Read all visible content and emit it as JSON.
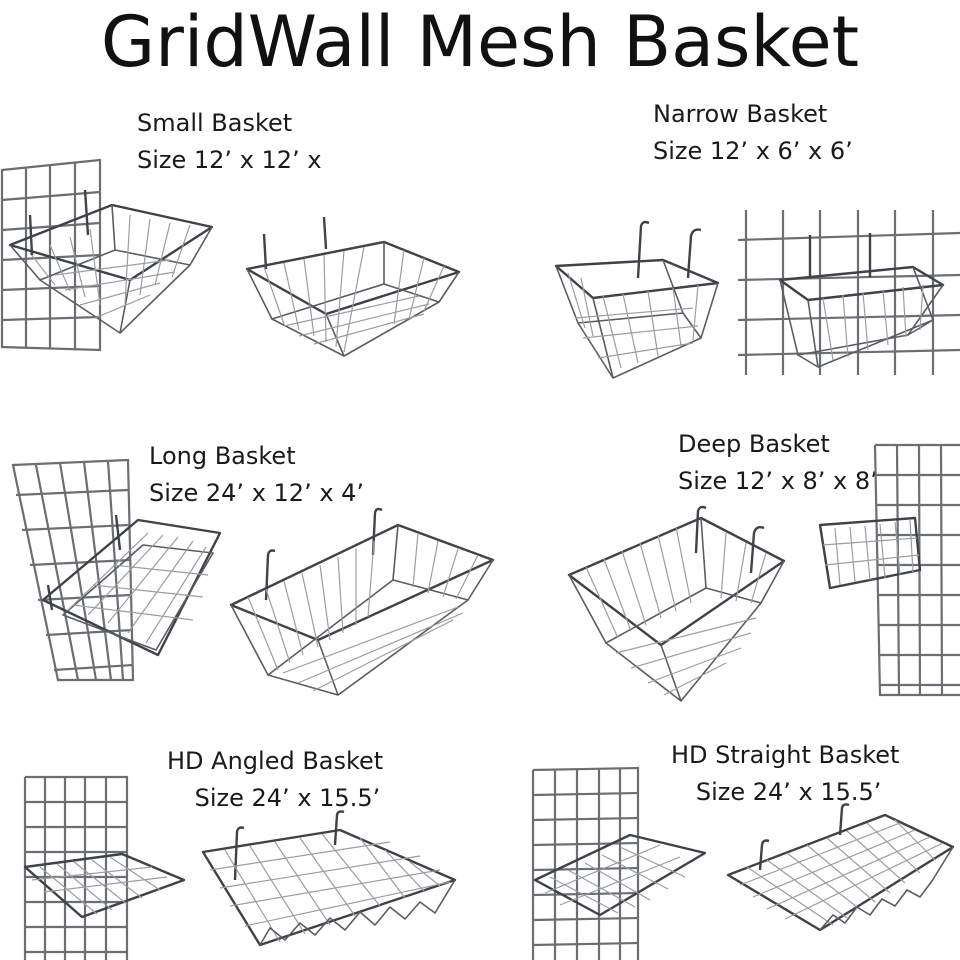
{
  "page": {
    "title": "GridWall Mesh Basket"
  },
  "products": [
    {
      "name": "Small Basket",
      "size": "Size 12’ x 12’ x"
    },
    {
      "name": "Narrow Basket",
      "size": "Size 12’ x 6’ x 6’"
    },
    {
      "name": "Long Basket",
      "size": "Size 24’ x 12’ x 4’"
    },
    {
      "name": "Deep Basket",
      "size": "Size 12’ x 8’ x 8’"
    },
    {
      "name": "HD Angled Basket",
      "size": "Size 24’ x 15.5’"
    },
    {
      "name": "HD Straight Basket",
      "size": "Size 24’ x 15.5’"
    }
  ]
}
